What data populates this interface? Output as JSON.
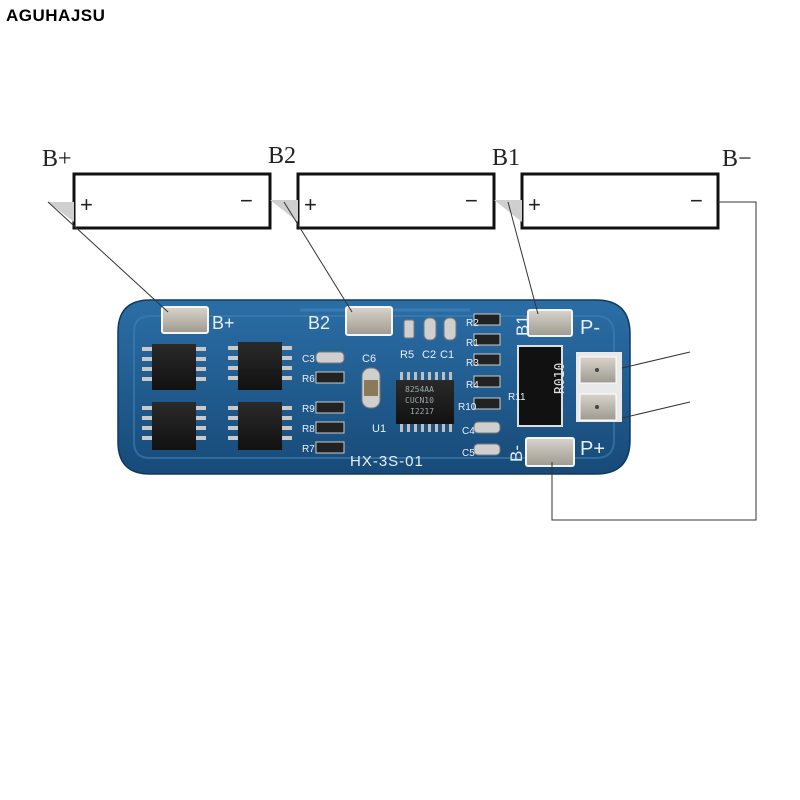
{
  "brand": "AGUHAJSU",
  "cells": [
    {
      "plus": "+",
      "minus": "−"
    },
    {
      "plus": "+",
      "minus": "−"
    },
    {
      "plus": "+",
      "minus": "−"
    }
  ],
  "terminals": {
    "b_plus": "B+",
    "b2": "B2",
    "b1": "B1",
    "b_minus": "B−"
  },
  "board": {
    "model": "HX-3S-01",
    "pad_b_plus": "B+",
    "pad_b2": "B2",
    "pad_b1": "B1",
    "pad_p_minus": "P-",
    "pad_p_plus": "P+",
    "pad_b_minus": "B-",
    "shunt_label": "R010",
    "ic_label": "U1",
    "ic_markings": [
      "8254AA",
      "CUCN10",
      "I2217"
    ],
    "silk": {
      "c6": "C6",
      "r5": "R5",
      "c2": "C2",
      "c1": "C1",
      "r2": "R2",
      "r1": "R1",
      "r3": "R3",
      "r4": "R4",
      "r10": "R10",
      "r11": "R11",
      "c4": "C4",
      "c5": "C5",
      "c3": "C3",
      "r6": "R6",
      "r9": "R9",
      "r8": "R8",
      "r7": "R7"
    }
  },
  "colors": {
    "pcb": "#1f5a8c",
    "pad": "#bdb8ae",
    "chip": "#1b1b1b",
    "line": "#333333"
  }
}
